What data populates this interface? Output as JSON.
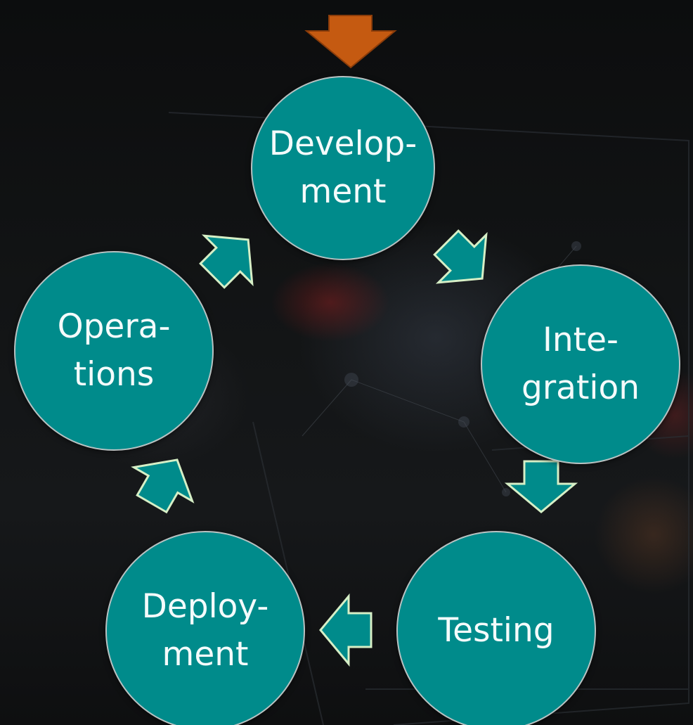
{
  "diagram": {
    "nodes": [
      {
        "id": "development",
        "label": "Develop-\nment"
      },
      {
        "id": "integration",
        "label": "Inte-\ngration"
      },
      {
        "id": "testing",
        "label": "Testing"
      },
      {
        "id": "deployment",
        "label": "Deploy-\nment"
      },
      {
        "id": "operations",
        "label": "Opera-\ntions"
      }
    ],
    "edges": [
      {
        "from": "development",
        "to": "integration"
      },
      {
        "from": "integration",
        "to": "testing"
      },
      {
        "from": "testing",
        "to": "deployment"
      },
      {
        "from": "deployment",
        "to": "operations"
      },
      {
        "from": "operations",
        "to": "development"
      }
    ],
    "entry_arrow": {
      "to": "development"
    },
    "colors": {
      "node_fill": "#008b8b",
      "node_border": "#b8c2c2",
      "node_text": "#f4fbfb",
      "cycle_arrow_fill": "#008b8b",
      "cycle_arrow_border": "#d6efc6",
      "entry_arrow_fill": "#c55a11",
      "entry_arrow_border": "#8a3c0a"
    }
  }
}
